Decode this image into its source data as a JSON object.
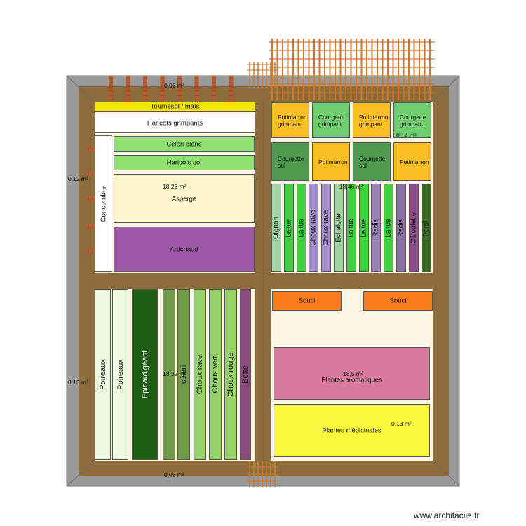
{
  "colors": {
    "wall": "#9a9a9a",
    "path": "#8c6b3c",
    "ground": "#fdf6e4",
    "fence": "#c97a2e",
    "brick": "#b55b2f"
  },
  "areas": {
    "top_wall": "0,06 m²",
    "left_wall_upper": "0,12 m²",
    "left_wall_lower": "0,13 m²",
    "bottom_wall": "0,06 m²",
    "q1": "18,28 m²",
    "q2": "18,46 m²",
    "q3": "18,32 m²",
    "q4": "18,5 m²",
    "q2_small": "0,14 m²",
    "q4_small": "0,13 m²"
  },
  "q1": {
    "tournesol": "Tournesol / maïs",
    "haricots_grimpants": "Haricots grimpants",
    "concombre": "Concombre",
    "celeri_blanc": "Céleri blanc",
    "haricots_sol": "Haricots sol",
    "asperge": "Asperge",
    "artichaud": "Artichaud"
  },
  "q2": {
    "top_row": [
      {
        "label": "Potimarron\ngrimpant",
        "color": "#fbbf24"
      },
      {
        "label": "Courgette\ngrimpant",
        "color": "#6fcf6f"
      },
      {
        "label": "Potimarron\ngrimpant",
        "color": "#fbbf24"
      },
      {
        "label": "Courgette\ngrimpant",
        "color": "#6fcf6f"
      }
    ],
    "mid_row": [
      {
        "label": "Courgette\nsol",
        "color": "#4f9a4f"
      },
      {
        "label": "Potimarron",
        "color": "#fbbf24"
      },
      {
        "label": "Courgette\nsol",
        "color": "#4f9a4f"
      },
      {
        "label": "Potimarron",
        "color": "#fbbf24"
      }
    ],
    "strips": [
      {
        "label": "Oignon",
        "color": "#9fd4a3"
      },
      {
        "label": "Laitue",
        "color": "#3fce3f"
      },
      {
        "label": "Laitue",
        "color": "#3fce3f"
      },
      {
        "label": "Choux rave",
        "color": "#a58fd0"
      },
      {
        "label": "Choux rave",
        "color": "#a58fd0"
      },
      {
        "label": "Echalotte",
        "color": "#9fd4a3"
      },
      {
        "label": "Laitue",
        "color": "#3fce3f"
      },
      {
        "label": "Laitue",
        "color": "#3fce3f"
      },
      {
        "label": "Radis",
        "color": "#9a7fb8"
      },
      {
        "label": "Laitue",
        "color": "#3fce3f"
      },
      {
        "label": "Radis",
        "color": "#8a6fa5"
      },
      {
        "label": "Ciboulette",
        "color": "#8a4d8a"
      },
      {
        "label": "Persil",
        "color": "#3d6b2a"
      }
    ]
  },
  "q3": {
    "strips": [
      {
        "label": "Poireaux",
        "color": "#eefbe0"
      },
      {
        "label": "Poireaux",
        "color": "#eefbe0"
      },
      {
        "label": "Epinard géant",
        "color": "#1f5e12",
        "text": "#ffffff"
      },
      {
        "label": "",
        "color": "#6e9a4a"
      },
      {
        "label": "céleri",
        "color": "#6e9a4a"
      },
      {
        "label": "Choux rave",
        "color": "#97d169"
      },
      {
        "label": "Choux vert",
        "color": "#97d169"
      },
      {
        "label": "Choux rouge",
        "color": "#97d169"
      },
      {
        "label": "Bette",
        "color": "#8a4d7a"
      }
    ]
  },
  "q4": {
    "souci": "Souci",
    "aromatiques": "Plantes aromatiques",
    "medicinales": "Plantes médicinales"
  },
  "watermark": "www.archifacile.fr"
}
